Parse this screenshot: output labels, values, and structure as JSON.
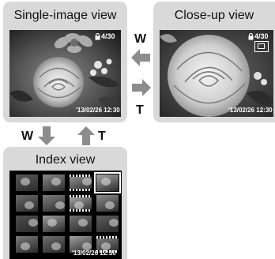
{
  "panels": {
    "single": {
      "title": "Single-image view",
      "frame_counter": "4/30",
      "datetime": "'13/02/26  12:30"
    },
    "closeup": {
      "title": "Close-up view",
      "frame_counter": "4/30",
      "datetime": "'13/02/26  12:30"
    },
    "index": {
      "title": "Index view",
      "datetime": "'13/02/26  12:30"
    }
  },
  "arrows": {
    "zoom_out_key": "W",
    "zoom_in_key": "T",
    "to_index_key": "W",
    "from_index_key": "T"
  },
  "colors": {
    "panel_bg": "#d9d9d9",
    "arrow": "#8c8c8c",
    "screen": "#000000",
    "overlay_text": "#ffffff"
  },
  "icons": {
    "protect": "lock-icon",
    "zoom_position": "zoom-frame-icon",
    "movie": "film-strip-icon"
  }
}
